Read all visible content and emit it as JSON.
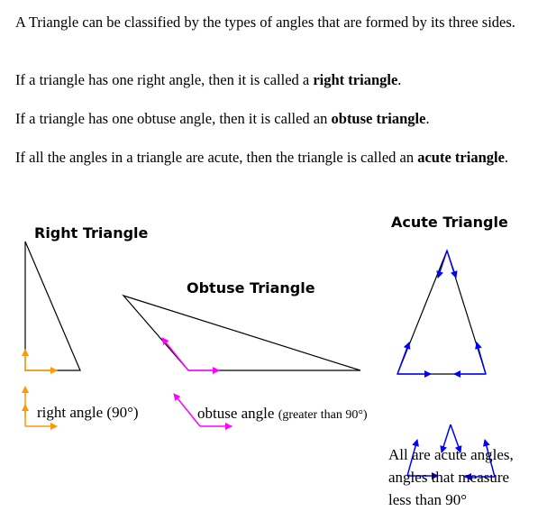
{
  "intro": "A Triangle can be classified by the types of angles that are formed by its three sides.",
  "right_sentence": {
    "before": "If a triangle has one right angle, then it is called a ",
    "term": "right triangle",
    "after": "."
  },
  "obtuse_sentence": {
    "before": "If a triangle has one obtuse angle, then it is called an ",
    "term": "obtuse triangle",
    "after": "."
  },
  "acute_sentence": {
    "before": "If all the angles in a triangle are acute, then the triangle is called an ",
    "term": "acute triangle",
    "after": "."
  },
  "diagrams": {
    "right": {
      "title": "Right Triangle",
      "label": "right angle (90°)",
      "color": "#ff9900"
    },
    "obtuse": {
      "title": "Obtuse Triangle",
      "label": "obtuse angle",
      "label_small": "(greater than 90°)",
      "color": "#ff00ff"
    },
    "acute": {
      "title": "Acute Triangle",
      "label_lines": [
        "All are acute angles,",
        "angles that measure",
        "less than 90°"
      ],
      "color": "#0000ff"
    }
  }
}
